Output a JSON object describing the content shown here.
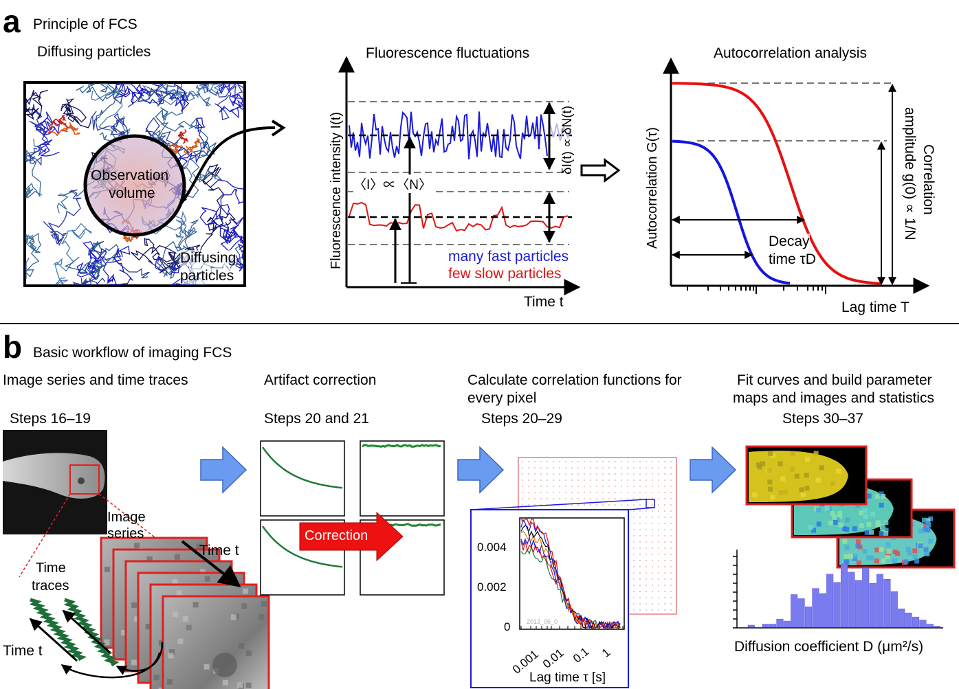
{
  "panel_a": {
    "letter": "a",
    "title": "Principle of FCS",
    "diffusing_header": "Diffusing particles",
    "observation_volume": [
      "Observation",
      "volume"
    ],
    "diffusing_label": [
      "Diffusing",
      "particles"
    ],
    "fluct_header": "Fluorescence fluctuations",
    "fluct_ylabel": "Fluorescence intensity I(t)",
    "fluct_xlabel": "Time t",
    "delta_label": "δI(t) ∝ δN(t)",
    "mean_label": "〈I〉∝〈N〉",
    "fast_label": "many fast particles",
    "slow_label": "few slow particles",
    "auto_header": "Autocorrelation analysis",
    "auto_ylabel": "Autocorrelation G(τ)",
    "auto_xlabel": "Lag time T",
    "amp_label": [
      "Correlation",
      "amplitude g(0) ∝ 1/N"
    ],
    "decay_label": [
      "Decay",
      "time τD"
    ]
  },
  "panel_b": {
    "letter": "b",
    "title": "Basic workflow of imaging FCS",
    "col1": {
      "header": "Image series and time traces",
      "steps": "Steps 16–19",
      "image_series": [
        "Image",
        "series"
      ],
      "time_t": "Time t",
      "time_traces": [
        "Time",
        "traces"
      ],
      "time_t2": "Time t"
    },
    "col2": {
      "header": "Artifact correction",
      "steps": "Steps 20 and 21",
      "correction": "Correction"
    },
    "col3": {
      "header": [
        "Calculate correlation functions for",
        "every pixel"
      ],
      "steps": "Steps 20–29",
      "xlabel": "Lag time τ [s]",
      "yticks": [
        "0.004",
        "0.002",
        "0"
      ],
      "xticks": [
        "0.001",
        "0.01",
        "0.1",
        "1"
      ],
      "watermark": "2013_06_0"
    },
    "col4": {
      "header": [
        "Fit curves and build parameter",
        "maps and images and statistics"
      ],
      "steps": "Steps 30–37",
      "xlabel": "Diffusion coefficient D (μm²/s)"
    }
  },
  "colors": {
    "fast": "#1a1adb",
    "slow": "#e01515",
    "arrow_blue": "#6b9bf0",
    "correction_red": "#ee1111",
    "trace_green": "#1f7a3a",
    "map_border": "#e02020"
  },
  "chart_data": [
    {
      "type": "line",
      "series": [
        {
          "name": "many fast particles",
          "color": "#1a1adb"
        },
        {
          "name": "few slow particles",
          "color": "#e01515"
        }
      ]
    },
    {
      "type": "line",
      "yticks": [
        "0.004",
        "0.002",
        "0"
      ],
      "xticks": [
        "0.001",
        "0.01",
        "0.1",
        "1"
      ],
      "xlabel": "Lag time τ [s]",
      "x_scale": "log"
    },
    {
      "type": "bar",
      "xlabel": "Diffusion coefficient D (μm²/s)",
      "values": [
        2,
        0,
        3,
        3,
        8,
        6,
        32,
        28,
        20,
        38,
        33,
        52,
        44,
        62,
        54,
        46,
        58,
        43,
        52,
        47,
        35,
        18,
        14,
        10,
        7,
        3,
        1
      ]
    }
  ]
}
